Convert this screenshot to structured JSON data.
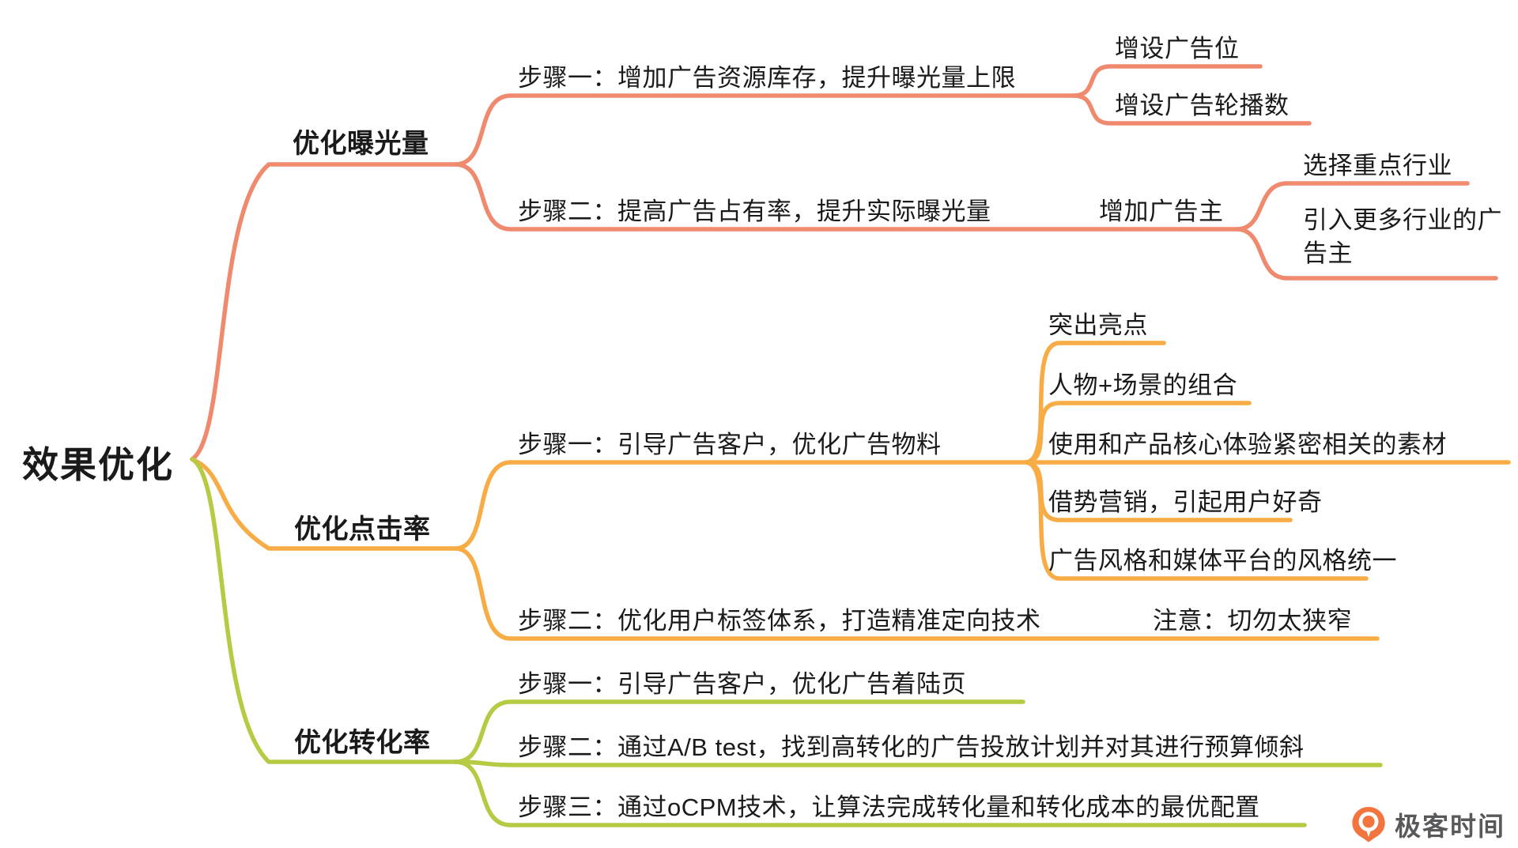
{
  "root": {
    "label": "效果优化"
  },
  "branches": [
    {
      "label": "优化曝光量",
      "color": "#F08A6E",
      "steps": [
        {
          "label": "步骤一：增加广告资源库存，提升曝光量上限",
          "children": [
            {
              "label": "增设广告位"
            },
            {
              "label": "增设广告轮播数"
            }
          ]
        },
        {
          "label": "步骤二：提高广告占有率，提升实际曝光量",
          "children": [
            {
              "label": "增加广告主",
              "children": [
                {
                  "label": "选择重点行业"
                },
                {
                  "label": "引入更多行业的广告主"
                }
              ]
            }
          ]
        }
      ]
    },
    {
      "label": "优化点击率",
      "color": "#F8AC45",
      "steps": [
        {
          "label": "步骤一：引导广告客户，优化广告物料",
          "children": [
            {
              "label": "突出亮点"
            },
            {
              "label": "人物+场景的组合"
            },
            {
              "label": "使用和产品核心体验紧密相关的素材"
            },
            {
              "label": "借势营销，引起用户好奇"
            },
            {
              "label": "广告风格和媒体平台的风格统一"
            }
          ]
        },
        {
          "label": "步骤二：优化用户标签体系，打造精准定向技术",
          "children": [
            {
              "label": "注意：切勿太狭窄"
            }
          ]
        }
      ]
    },
    {
      "label": "优化转化率",
      "color": "#B6CA43",
      "steps": [
        {
          "label": "步骤一：引导广告客户，优化广告着陆页"
        },
        {
          "label": "步骤二：通过A/B test，找到高转化的广告投放计划并对其进行预算倾斜"
        },
        {
          "label": "步骤三：通过oCPM技术，让算法完成转化量和转化成本的最优配置"
        }
      ]
    }
  ],
  "watermark": {
    "brand": "极客时间",
    "icon": "geektime-pin-icon",
    "icon_color": "#F3753E",
    "text_color": "#57595B"
  },
  "canvas": {
    "background": "#FFFFFF",
    "text_color": "#1A1A1A"
  }
}
